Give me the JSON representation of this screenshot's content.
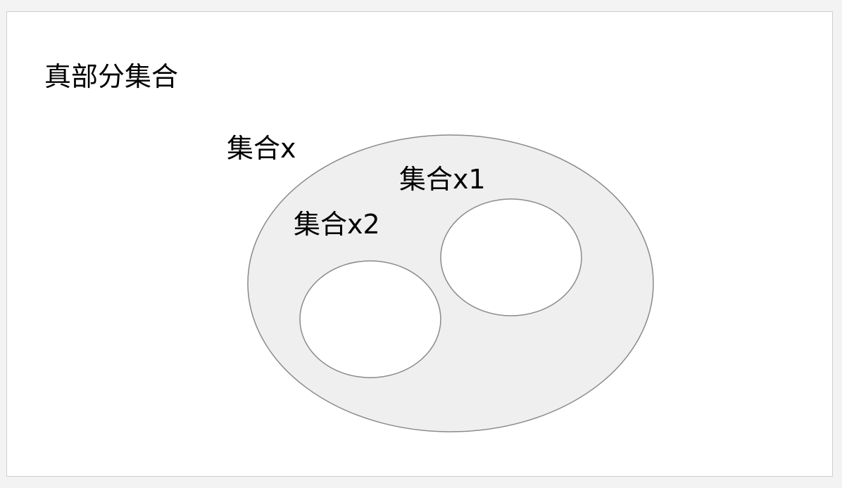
{
  "slide": {
    "title": "真部分集合"
  },
  "diagram": {
    "sets": [
      {
        "id": "x",
        "label": "集合x"
      },
      {
        "id": "x1",
        "label": "集合x1"
      },
      {
        "id": "x2",
        "label": "集合x2"
      }
    ],
    "colors": {
      "outer_fill": "#efefef",
      "inner_fill": "#ffffff",
      "stroke": "#8a8a8a"
    }
  }
}
